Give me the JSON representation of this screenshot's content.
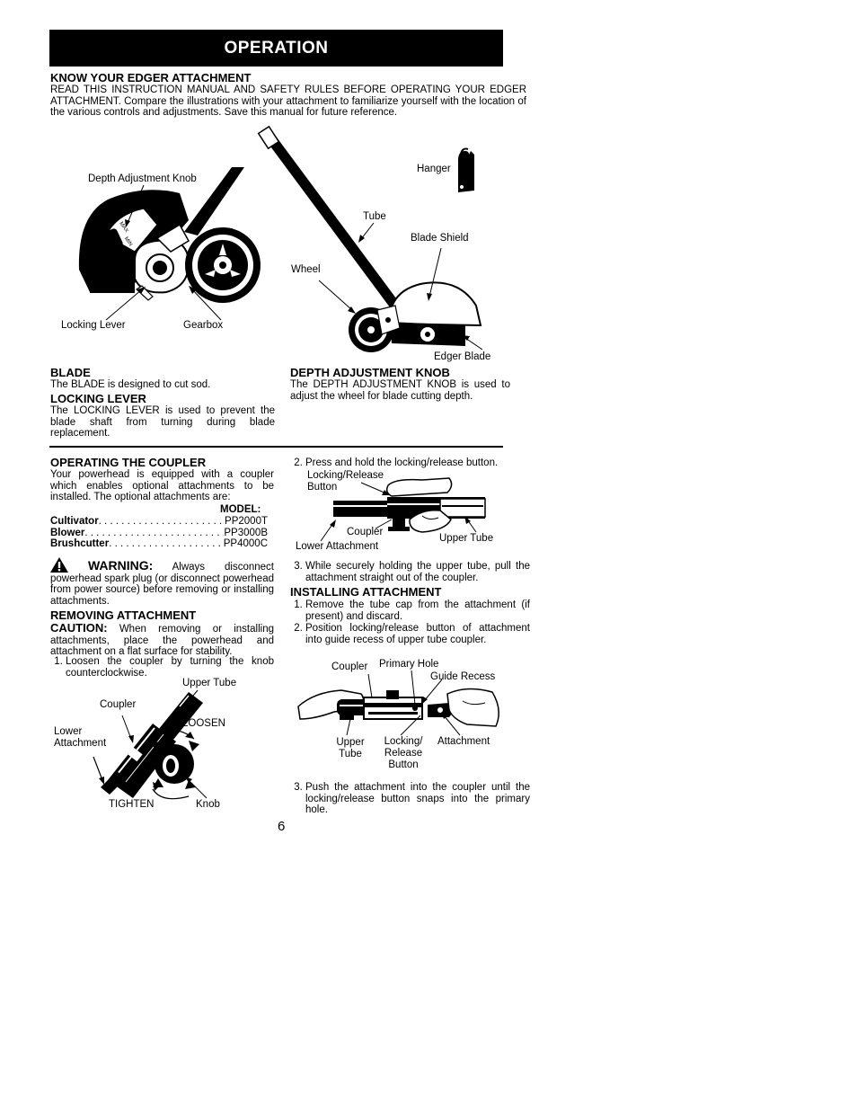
{
  "banner": "OPERATION",
  "know": {
    "title": "KNOW YOUR EDGER ATTACHMENT",
    "text": "READ THIS INSTRUCTION MANUAL AND SAFETY RULES BEFORE OPERATING YOUR EDGER ATTACHMENT.  Compare the illustrations with your attachment to familiarize yourself with the location of the various controls and adjustments. Save this manual for future reference."
  },
  "fig1": {
    "depth_knob": "Depth Adjustment Knob",
    "locking_lever": "Locking Lever",
    "gearbox": "Gearbox",
    "max": "MAX",
    "min": "MIN",
    "hanger": "Hanger",
    "tube": "Tube",
    "blade_shield": "Blade Shield",
    "wheel": "Wheel",
    "edger_blade": "Edger Blade"
  },
  "blade": {
    "title": "BLADE",
    "text": "The BLADE is designed to cut sod."
  },
  "locking": {
    "title": "LOCKING LEVER",
    "text": "The LOCKING LEVER is used to prevent the blade shaft from turning during blade replacement."
  },
  "depth": {
    "title": "DEPTH ADJUSTMENT KNOB",
    "text": "The DEPTH ADJUSTMENT KNOB  is used to adjust the wheel for blade cutting depth."
  },
  "coupler": {
    "title": "OPERATING THE COUPLER",
    "text": "Your powerhead is equipped with a coupler which enables optional attachments to be installed.  The optional attachments are:",
    "model_header": "MODEL:",
    "models": [
      {
        "name": "Cultivator",
        "code": "PP2000T"
      },
      {
        "name": "Blower",
        "code": "PP3000B"
      },
      {
        "name": "Brushcutter",
        "code": "PP4000C"
      }
    ]
  },
  "warning": {
    "title": "WARNING:",
    "text": "Always disconnect powerhead spark plug (or disconnect powerhead from power source) before removing or installing attachments."
  },
  "removing": {
    "title": "REMOVING ATTACHMENT",
    "caution_label": "CAUTION:",
    "caution_text": "When removing or installing attachments, place the powerhead and attachment on a flat surface for stability.",
    "step1": "Loosen the coupler by turning the knob counterclockwise."
  },
  "fig2": {
    "upper_tube": "Upper Tube",
    "coupler": "Coupler",
    "loosen": "LOOSEN",
    "lower_attachment": "Lower Attachment",
    "tighten": "TIGHTEN",
    "knob": "Knob"
  },
  "right": {
    "step2": "Press and hold the locking/release button.",
    "step3": "While securely holding the upper tube, pull the attachment straight out of the coupler."
  },
  "fig3": {
    "locking_release_button": "Locking/Release Button",
    "coupler": "Coupler",
    "upper_tube": "Upper Tube",
    "lower_attachment": "Lower Attachment"
  },
  "installing": {
    "title": "INSTALLING ATTACHMENT",
    "step1": "Remove the tube cap from the attachment (if present) and discard.",
    "step2": "Position locking/release button of attachment into guide recess of upper tube coupler.",
    "step3": "Push the attachment into the coupler until the locking/release button snaps into the primary hole."
  },
  "fig4": {
    "coupler": "Coupler",
    "primary_hole": "Primary Hole",
    "guide_recess": "Guide Recess",
    "upper_tube": "Upper Tube",
    "locking_release_button": "Locking/ Release Button",
    "attachment": "Attachment"
  },
  "page_number": "6"
}
